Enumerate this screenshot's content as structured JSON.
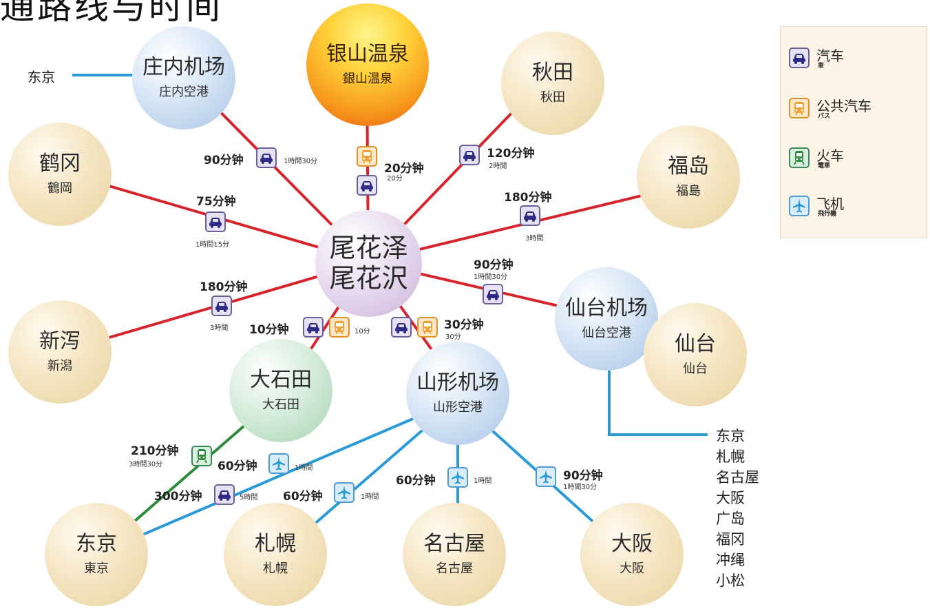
{
  "title": "通路线与时间",
  "colors": {
    "road": "#d7232b",
    "air": "#2a9ad6",
    "rail": "#2e8b3a",
    "car_icon": "#2f2c86",
    "bus_icon": "#f0a030",
    "train_icon": "#2e8b3a",
    "plane_icon": "#2a9ad6"
  },
  "nodes": {
    "hub": {
      "zh": "尾花泽",
      "jp": "尾花沢"
    },
    "ginzan": {
      "zh": "银山温泉",
      "jp": "銀山温泉"
    },
    "shonai": {
      "zh": "庄内机场",
      "jp": "庄内空港"
    },
    "akita": {
      "zh": "秋田",
      "jp": "秋田"
    },
    "tsuruoka": {
      "zh": "鹤冈",
      "jp": "鶴岡"
    },
    "fukushima": {
      "zh": "福岛",
      "jp": "福島"
    },
    "niigata": {
      "zh": "新泻",
      "jp": "新潟"
    },
    "sendai_airport": {
      "zh": "仙台机场",
      "jp": "仙台空港"
    },
    "sendai": {
      "zh": "仙台",
      "jp": "仙台"
    },
    "oishida": {
      "zh": "大石田",
      "jp": "大石田"
    },
    "yamagata_airport": {
      "zh": "山形机场",
      "jp": "山形空港"
    },
    "tokyo": {
      "zh": "东京",
      "jp": "東京"
    },
    "sapporo": {
      "zh": "札幌",
      "jp": "札幌"
    },
    "nagoya": {
      "zh": "名古屋",
      "jp": "名古屋"
    },
    "osaka": {
      "zh": "大阪",
      "jp": "大阪"
    }
  },
  "routes": {
    "shonai": {
      "time": "90分钟",
      "sub": "1時間30分",
      "mode": "car"
    },
    "ginzan": {
      "time": "20分钟",
      "sub": "20分",
      "modes": [
        "bus",
        "car"
      ]
    },
    "akita": {
      "time": "120分钟",
      "sub": "2時間",
      "mode": "car"
    },
    "tsuruoka": {
      "time": "75分钟",
      "sub": "1時間15分",
      "mode": "car"
    },
    "fukushima": {
      "time": "180分钟",
      "sub": "3時間",
      "mode": "car"
    },
    "sendai_airport": {
      "time": "90分钟",
      "sub": "1時間30分",
      "mode": "car"
    },
    "niigata": {
      "time": "180分钟",
      "sub": "3時間",
      "mode": "car"
    },
    "oishida": {
      "time": "10分钟",
      "sub": "10分",
      "modes": [
        "car",
        "bus"
      ]
    },
    "yamagata_airport": {
      "time": "30分钟",
      "sub": "30分",
      "modes": [
        "car",
        "bus"
      ]
    },
    "oishida_tokyo_train": {
      "time": "210分钟",
      "sub": "3時間30分",
      "mode": "train"
    },
    "oishida_tokyo_car": {
      "time": "300分钟",
      "sub": "5時間",
      "mode": "car"
    },
    "air_tokyo": {
      "time": "60分钟",
      "sub": "1時間",
      "mode": "plane"
    },
    "air_sapporo": {
      "time": "60分钟",
      "sub": "1時間",
      "mode": "plane"
    },
    "air_nagoya": {
      "time": "60分钟",
      "sub": "1時間",
      "mode": "plane"
    },
    "air_osaka": {
      "time": "90分钟",
      "sub": "1時間30分",
      "mode": "plane"
    }
  },
  "shonai_dest": "东京",
  "sendai_destinations": [
    "东京",
    "札幌",
    "名古屋",
    "大阪",
    "广岛",
    "福冈",
    "冲绳",
    "小松"
  ],
  "legend": [
    {
      "mode": "car",
      "zh": "汽车",
      "jp": "車"
    },
    {
      "mode": "bus",
      "zh": "公共汽车",
      "jp": "バス"
    },
    {
      "mode": "train",
      "zh": "火车",
      "jp": "電車"
    },
    {
      "mode": "plane",
      "zh": "飞机",
      "jp": "飛行機"
    }
  ]
}
